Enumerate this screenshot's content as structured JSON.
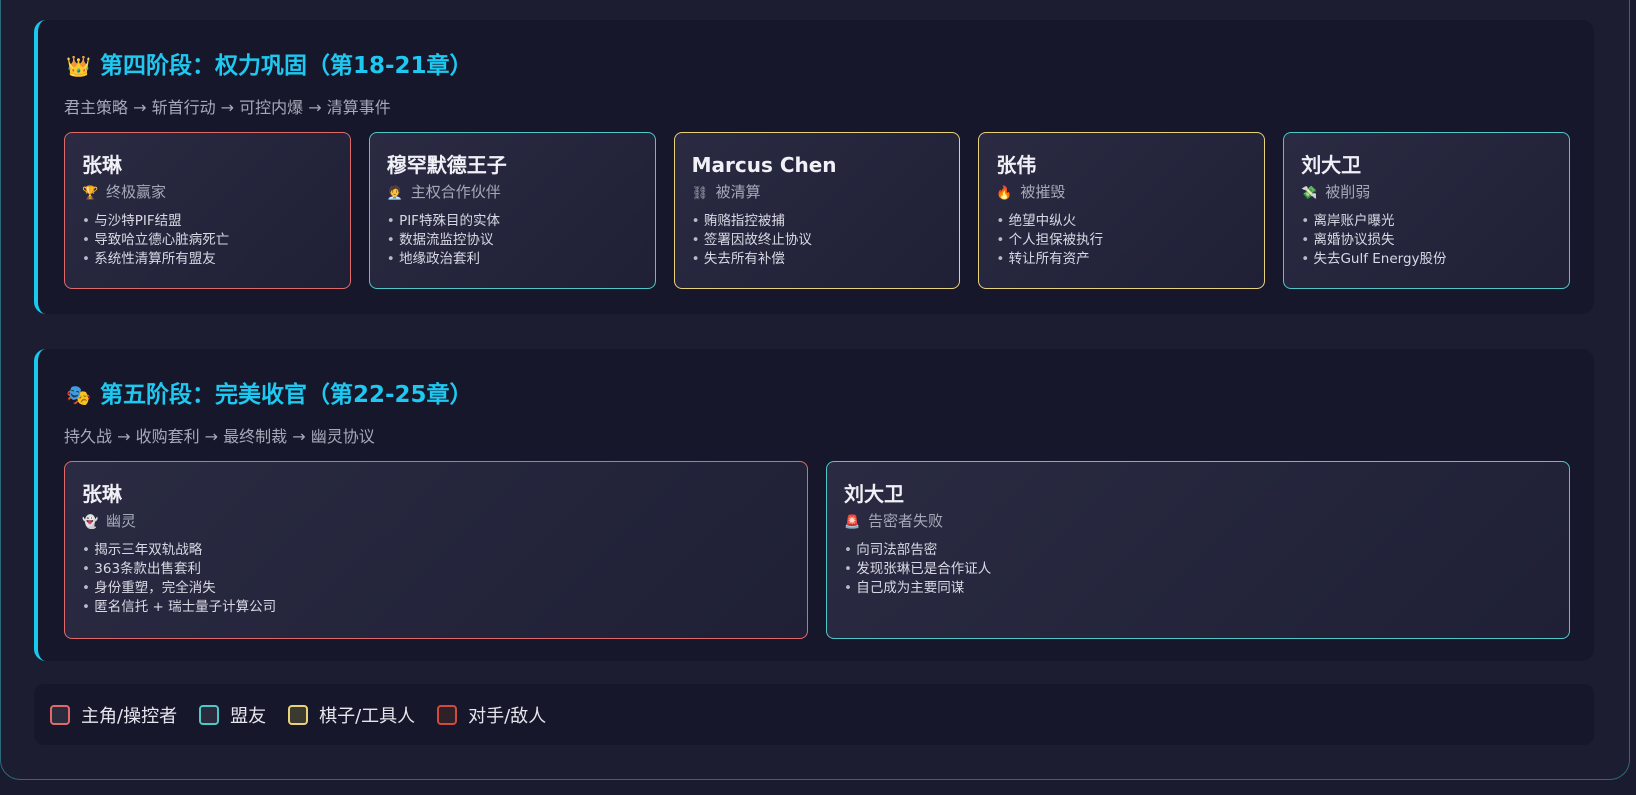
{
  "phases": [
    {
      "emoji": "👑",
      "title": "第四阶段：权力巩固（第18-21章）",
      "subtitle": "君主策略 → 斩首行动 → 可控内爆 → 清算事件",
      "cards": [
        {
          "name": "张琳",
          "role_icon": "🏆",
          "role": "终极赢家",
          "color": "red",
          "items": [
            "与沙特PIF结盟",
            "导致哈立德心脏病死亡",
            "系统性清算所有盟友"
          ]
        },
        {
          "name": "穆罕默德王子",
          "role_icon": "🧑‍💼",
          "role": "主权合作伙伴",
          "color": "teal",
          "items": [
            "PIF特殊目的实体",
            "数据流监控协议",
            "地缘政治套利"
          ]
        },
        {
          "name": "Marcus Chen",
          "role_icon": "⛓",
          "role": "被清算",
          "color": "yellow",
          "items": [
            "贿赂指控被捕",
            "签署因故终止协议",
            "失去所有补偿"
          ]
        },
        {
          "name": "张伟",
          "role_icon": "🔥",
          "role": "被摧毁",
          "color": "yellow",
          "items": [
            "绝望中纵火",
            "个人担保被执行",
            "转让所有资产"
          ]
        },
        {
          "name": "刘大卫",
          "role_icon": "💸",
          "role": "被削弱",
          "color": "teal",
          "items": [
            "离岸账户曝光",
            "离婚协议损失",
            "失去Gulf Energy股份"
          ]
        }
      ]
    },
    {
      "emoji": "🎭",
      "title": "第五阶段：完美收官（第22-25章）",
      "subtitle": "持久战 → 收购套利 → 最终制裁 → 幽灵协议",
      "cards": [
        {
          "name": "张琳",
          "role_icon": "👻",
          "role": "幽灵",
          "color": "red",
          "items": [
            "揭示三年双轨战略",
            "363条款出售套利",
            "身份重塑，完全消失",
            "匿名信托 + 瑞士量子计算公司"
          ]
        },
        {
          "name": "刘大卫",
          "role_icon": "🚨",
          "role": "告密者失败",
          "color": "teal",
          "items": [
            "向司法部告密",
            "发现张琳已是合作证人",
            "自己成为主要同谋"
          ]
        }
      ]
    }
  ],
  "legend": [
    {
      "label": "主角/操控者",
      "color": "#e06a6a"
    },
    {
      "label": "盟友",
      "color": "#4fc7c7"
    },
    {
      "label": "棋子/工具人",
      "color": "#e8d277"
    },
    {
      "label": "对手/敌人",
      "color": "#d24a3e"
    }
  ]
}
